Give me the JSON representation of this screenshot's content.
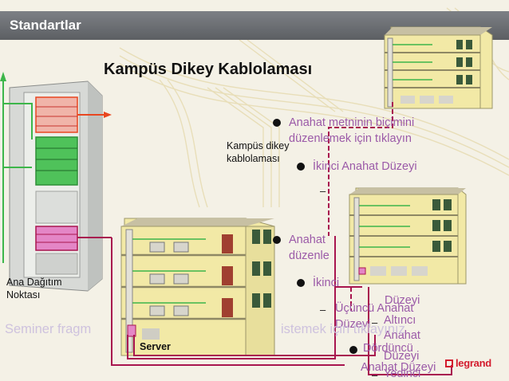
{
  "header": {
    "title": "Standartlar"
  },
  "slide": {
    "title": "Kampüs Dikey Kablolaması"
  },
  "bullets": {
    "b1_line1": "Anahat metninin biçimini",
    "b1_line2": "düzenlemek için tıklayın",
    "b2": "İkinci Anahat Düzeyi",
    "b2_sub": "–",
    "b3_line1": "Anahat",
    "b3_line2": "düzenle",
    "b4": "İkinci",
    "b5": "Üçüncü Anahat",
    "b5_sub": "Düzeyi",
    "b6": "Düzeyi",
    "b7": "Altıncı",
    "b8": "Anahat",
    "b9": "Düzeyi",
    "b10": "Dördüncü",
    "b11": "Anahat Düzeyi",
    "b12": "Yedinci"
  },
  "labels": {
    "campus_line1": "Kampüs dikey",
    "campus_line2": "kablolaması",
    "distribution_line1": "Ana Dağıtım",
    "distribution_line2": "Noktası",
    "server": "Server"
  },
  "watermark": {
    "left": "Seminer fragm",
    "right": "istemek için tıklayınız"
  },
  "brand": {
    "logo_text": "legrand"
  },
  "colors": {
    "accent_text": "#9b5aa8",
    "cable_red": "#a8154f",
    "cable_green": "#3db64a",
    "cable_orange": "#e8461f",
    "building_wall": "#f2e9a6",
    "header_bar": "#6b6e72",
    "logo_red": "#d31b2d"
  }
}
